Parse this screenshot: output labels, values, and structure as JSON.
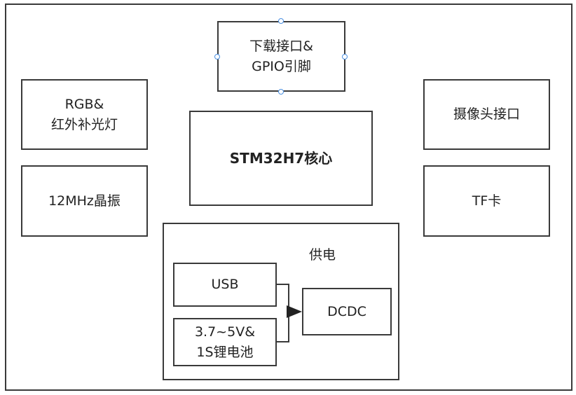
{
  "blocks": {
    "download": "下载接口&\nGPIO引脚",
    "rgb": "RGB&\n红外补光灯",
    "core": "STM32H7核心",
    "camera": "摄像头接口",
    "crystal": "12MHz晶振",
    "tf": "TF卡",
    "power_title": "供电",
    "usb": "USB",
    "battery": "3.7~5V&\n1S锂电池",
    "dcdc": "DCDC"
  },
  "colors": {
    "border": "#3a3a3a",
    "selection_handle": "#4a90e2"
  }
}
